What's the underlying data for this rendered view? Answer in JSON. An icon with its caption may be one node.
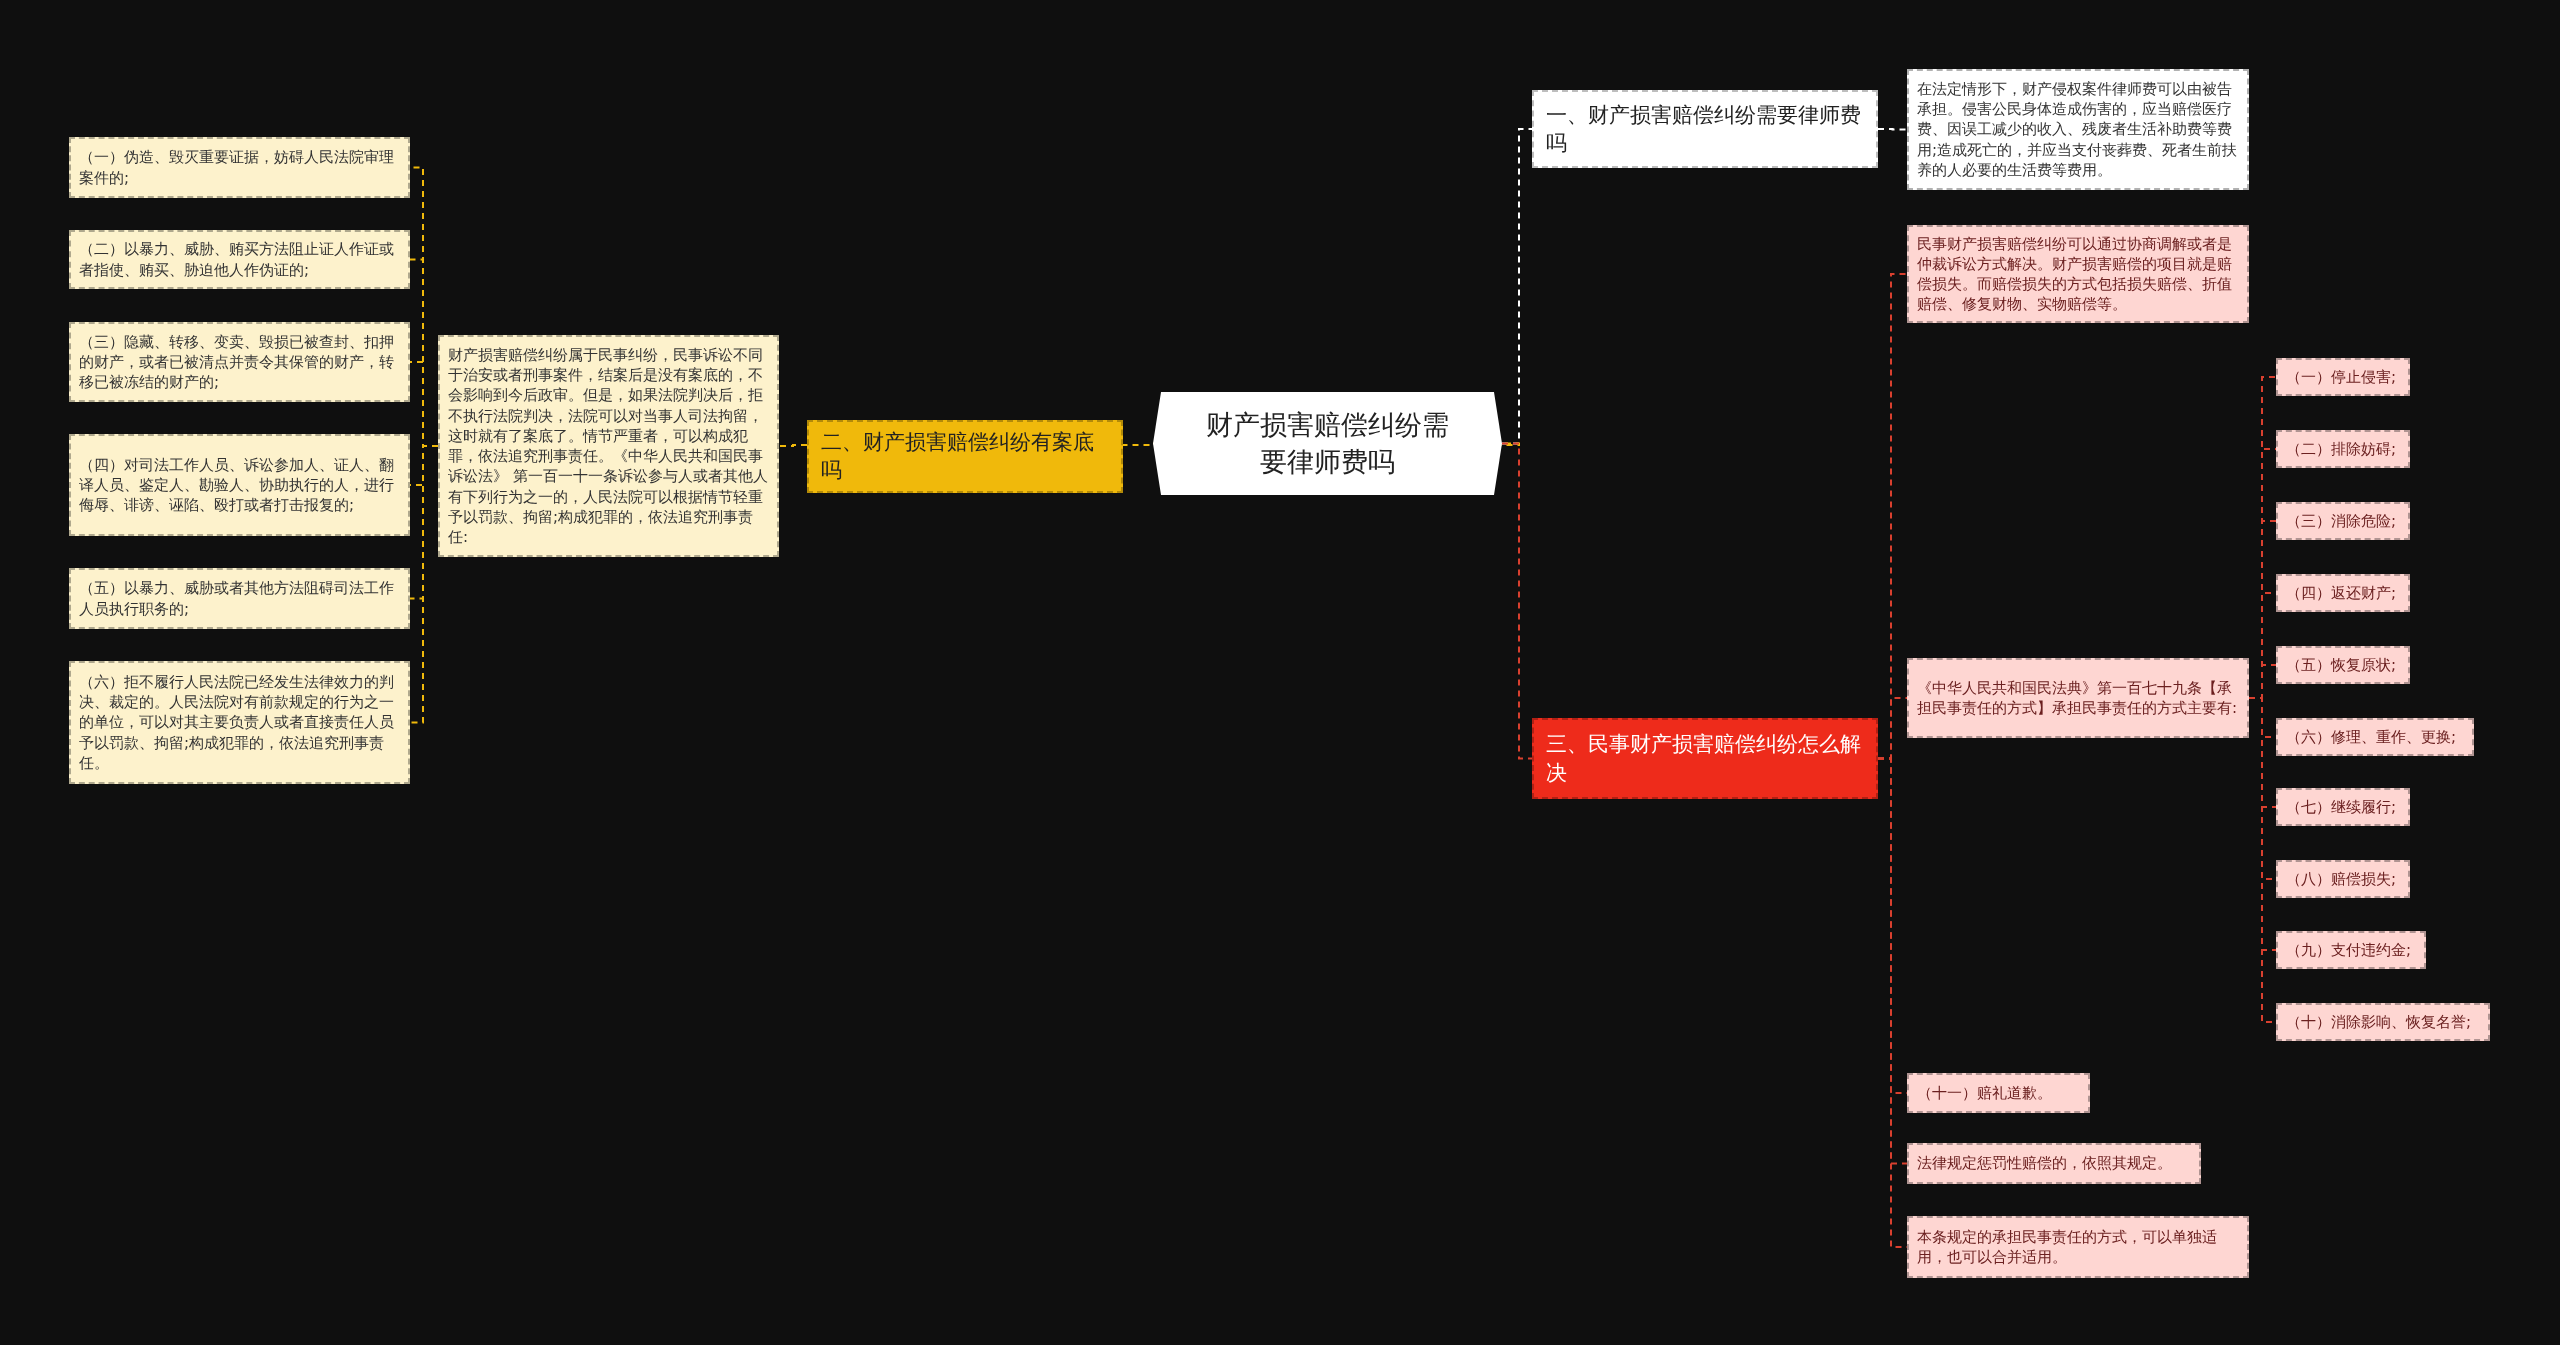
{
  "diagram": {
    "nodes": [
      {
        "text": [
          "财产损害赔偿纠纷需要律师费吗"
        ]
      },
      {
        "text": [
          "一、财产损害赔偿纠纷需要律师费吗"
        ]
      },
      {
        "text": [
          "在法定情形下，财产侵权案件律师费可以由被告承担。侵害公民身体造成伤害的，应当赔偿医疗费、因误工减少的收入、残废者生活补助费等费用;造成死亡的，并应当支付丧葬费、死者生前扶养的人必要的生活费等费用。"
        ]
      },
      {
        "text": [
          "二、财产损害赔偿纠纷有案底吗"
        ]
      },
      {
        "text": [
          "财产损害赔偿纠纷属于民事纠纷，民事诉讼不同于治安或者刑事案件，结案后是没有案底的，不会影响到今后政审。但是，如果法院判决后，拒不执行法院判决，法院可以对当事人司法拘留，这时就有了案底了。情节严重者，可以构成犯罪，依法追究刑事责任。《中华人民共和国民事诉讼法》 第一百一十一条诉讼参与人或者其他人有下列行为之一的，人民法院可以根据情节轻重予以罚款、拘留;构成犯罪的，依法追究刑事责任:"
        ]
      },
      {
        "text": [
          "（一）伪造、毁灭重要证据，妨碍人民法院审理案件的;"
        ]
      },
      {
        "text": [
          "（二）以暴力、威胁、贿买方法阻止证人作证或者指使、贿买、胁迫他人作伪证的;"
        ]
      },
      {
        "text": [
          "（三）隐藏、转移、变卖、毁损已被查封、扣押的财产，或者已被清点并责令其保管的财产，转移已被冻结的财产的;"
        ]
      },
      {
        "text": [
          "（四）对司法工作人员、诉讼参加人、证人、翻译人员、鉴定人、勘验人、协助执行的人，进行侮辱、诽谤、诬陷、殴打或者打击报复的;"
        ]
      },
      {
        "text": [
          "（五）以暴力、威胁或者其他方法阻碍司法工作人员执行职务的;"
        ]
      },
      {
        "text": [
          "（六）拒不履行人民法院已经发生法律效力的判决、裁定的。人民法院对有前款规定的行为之一的单位，可以对其主要负责人或者直接责任人员予以罚款、拘留;构成犯罪的，依法追究刑事责任。"
        ]
      },
      {
        "text": [
          "三、民事财产损害赔偿纠纷怎么解决"
        ]
      },
      {
        "text": [
          "民事财产损害赔偿纠纷可以通过协商调解或者是仲裁诉讼方式解决。财产损害赔偿的项目就是赔偿损失。而赔偿损失的方式包括损失赔偿、折值赔偿、修复财物、实物赔偿等。"
        ]
      },
      {
        "text": [
          "《中华人民共和国民法典》第一百七十九条【承担民事责任的方式】承担民事责任的方式主要有:"
        ]
      },
      {
        "text": [
          "（一）停止侵害;"
        ]
      },
      {
        "text": [
          "（二）排除妨碍;"
        ]
      },
      {
        "text": [
          "（三）消除危险;"
        ]
      },
      {
        "text": [
          "（四）返还财产;"
        ]
      },
      {
        "text": [
          "（五）恢复原状;"
        ]
      },
      {
        "text": [
          "（六）修理、重作、更换;"
        ]
      },
      {
        "text": [
          "（七）继续履行;"
        ]
      },
      {
        "text": [
          "（八）赔偿损失;"
        ]
      },
      {
        "text": [
          "（九）支付违约金;"
        ]
      },
      {
        "text": [
          "（十）消除影响、恢复名誉;"
        ]
      },
      {
        "text": [
          "（十一）赔礼道歉。"
        ]
      },
      {
        "text": [
          "法律规定惩罚性赔偿的，依照其规定。"
        ]
      },
      {
        "text": [
          "本条规定的承担民事责任的方式，可以单独适用，也可以合并适用。"
        ]
      }
    ],
    "edges": [
      {
        "from": 0,
        "to": 1,
        "arrow": "none",
        "color": "#ffffff"
      },
      {
        "from": 1,
        "to": 2,
        "arrow": "none",
        "color": "#ffffff"
      },
      {
        "from": 0,
        "to": 3,
        "arrow": "none",
        "color": "#f0b90b"
      },
      {
        "from": 3,
        "to": 4,
        "arrow": "none",
        "color": "#f0b90b"
      },
      {
        "from": 4,
        "to": 5,
        "arrow": "none",
        "color": "#f0b90b"
      },
      {
        "from": 4,
        "to": 6,
        "arrow": "none",
        "color": "#f0b90b"
      },
      {
        "from": 4,
        "to": 7,
        "arrow": "none",
        "color": "#f0b90b"
      },
      {
        "from": 4,
        "to": 8,
        "arrow": "none",
        "color": "#f0b90b"
      },
      {
        "from": 4,
        "to": 9,
        "arrow": "none",
        "color": "#f0b90b"
      },
      {
        "from": 4,
        "to": 10,
        "arrow": "none",
        "color": "#f0b90b"
      },
      {
        "from": 0,
        "to": 11,
        "arrow": "none"
      },
      {
        "from": 11,
        "to": 12,
        "arrow": "none"
      },
      {
        "from": 11,
        "to": 13,
        "arrow": "none"
      },
      {
        "from": 13,
        "to": 14,
        "arrow": "none"
      },
      {
        "from": 13,
        "to": 15,
        "arrow": "none"
      },
      {
        "from": 13,
        "to": 16,
        "arrow": "none"
      },
      {
        "from": 13,
        "to": 17,
        "arrow": "none"
      },
      {
        "from": 13,
        "to": 18,
        "arrow": "none"
      },
      {
        "from": 13,
        "to": 19,
        "arrow": "none"
      },
      {
        "from": 13,
        "to": 20,
        "arrow": "none"
      },
      {
        "from": 13,
        "to": 21,
        "arrow": "none"
      },
      {
        "from": 13,
        "to": 22,
        "arrow": "none"
      },
      {
        "from": 13,
        "to": 23,
        "arrow": "none"
      },
      {
        "from": 11,
        "to": 24,
        "arrow": "none"
      },
      {
        "from": 11,
        "to": 25,
        "arrow": "none"
      },
      {
        "from": 11,
        "to": 26,
        "arrow": "none"
      }
    ]
  }
}
